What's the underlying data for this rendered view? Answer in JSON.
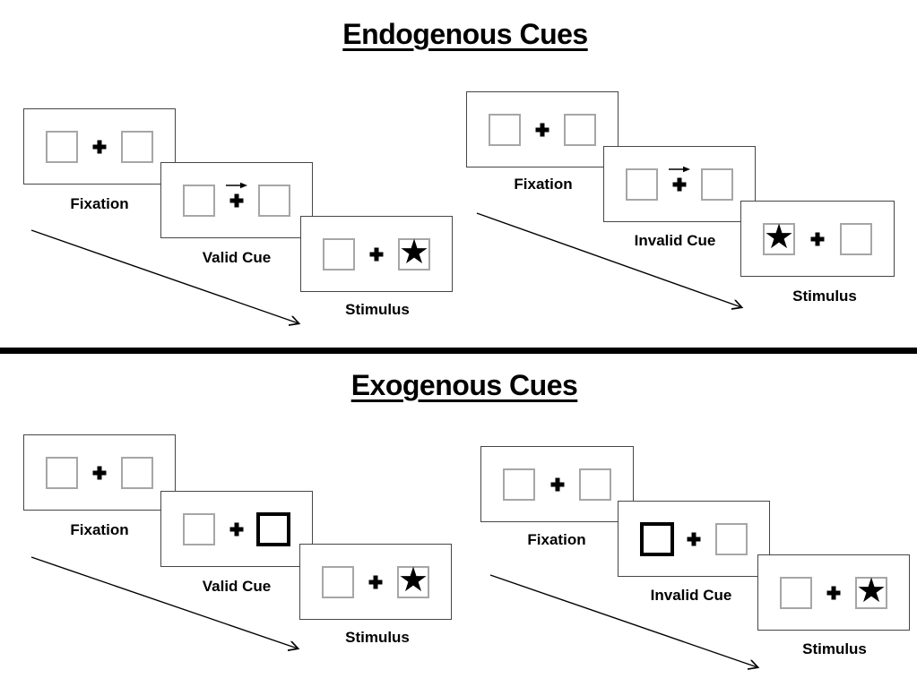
{
  "page": {
    "background": "#ffffff"
  },
  "sections": [
    {
      "id": "endogenous",
      "title": "Endogenous Cues",
      "sequences": [
        {
          "name": "valid-trial",
          "frames": [
            {
              "label": "Fixation",
              "cue": "none",
              "left_box": "empty",
              "right_box": "empty"
            },
            {
              "label": "Valid Cue",
              "cue": "central-arrow-pointing-right",
              "left_box": "empty",
              "right_box": "empty"
            },
            {
              "label": "Stimulus",
              "cue": "none",
              "left_box": "empty",
              "right_box": "star"
            }
          ]
        },
        {
          "name": "invalid-trial",
          "frames": [
            {
              "label": "Fixation",
              "cue": "none",
              "left_box": "empty",
              "right_box": "empty"
            },
            {
              "label": "Invalid Cue",
              "cue": "central-arrow-pointing-right",
              "left_box": "empty",
              "right_box": "empty"
            },
            {
              "label": "Stimulus",
              "cue": "none",
              "left_box": "star",
              "right_box": "empty"
            }
          ]
        }
      ]
    },
    {
      "id": "exogenous",
      "title": "Exogenous Cues",
      "sequences": [
        {
          "name": "valid-trial",
          "frames": [
            {
              "label": "Fixation",
              "cue": "none",
              "left_box": "empty",
              "right_box": "empty"
            },
            {
              "label": "Valid Cue",
              "cue": "peripheral-box-highlight-right",
              "left_box": "empty",
              "right_box": "highlighted"
            },
            {
              "label": "Stimulus",
              "cue": "none",
              "left_box": "empty",
              "right_box": "star"
            }
          ]
        },
        {
          "name": "invalid-trial",
          "frames": [
            {
              "label": "Fixation",
              "cue": "none",
              "left_box": "empty",
              "right_box": "empty"
            },
            {
              "label": "Invalid Cue",
              "cue": "peripheral-box-highlight-left",
              "left_box": "highlighted",
              "right_box": "empty"
            },
            {
              "label": "Stimulus",
              "cue": "none",
              "left_box": "empty",
              "right_box": "star"
            }
          ]
        }
      ]
    }
  ],
  "glyphs": {
    "star": "★",
    "fixation_cross": "+"
  },
  "colors": {
    "frame_border": "#464646",
    "box_border": "#a6a6a6",
    "cue_highlight": "#000000",
    "ink": "#000000",
    "divider": "#000000"
  }
}
